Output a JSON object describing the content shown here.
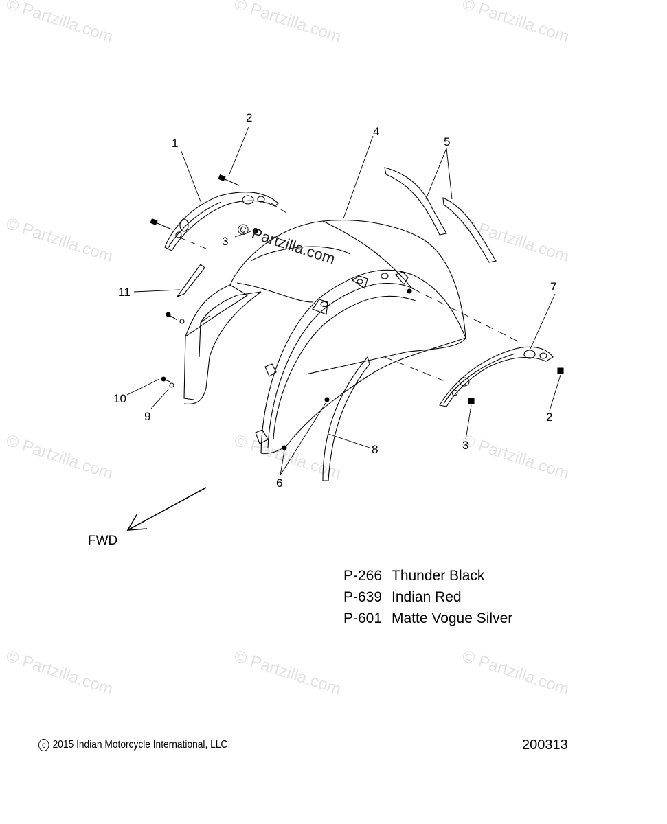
{
  "watermark": "© Partzilla.com",
  "callouts": {
    "c1": "1",
    "c2a": "2",
    "c2b": "2",
    "c3a": "3",
    "c3b": "3",
    "c4": "4",
    "c5": "5",
    "c6": "6",
    "c7": "7",
    "c8": "8",
    "c9": "9",
    "c10": "10",
    "c11": "11"
  },
  "direction_label": "FWD",
  "color_options": [
    {
      "code": "P-266",
      "name": "Thunder Black"
    },
    {
      "code": "P-639",
      "name": "Indian Red"
    },
    {
      "code": "P-601",
      "name": "Matte Vogue Silver"
    }
  ],
  "copyright_text": "2015 Indian Motorcycle International, LLC",
  "document_number": "200313"
}
